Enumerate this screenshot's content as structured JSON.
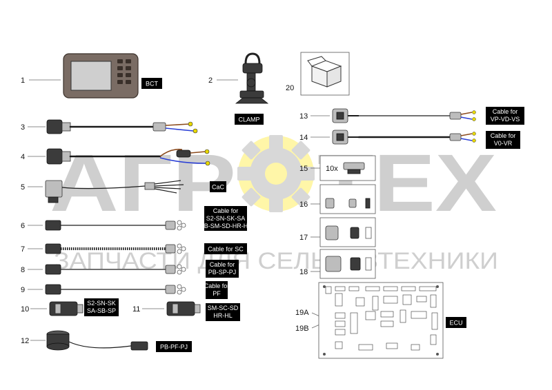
{
  "watermark": {
    "brand_left": "АГР",
    "brand_right": "ТЕХ",
    "subtitle": "ЗАПЧАСТИ ДЛЯ СЕЛЬХОЗТЕХНИКИ"
  },
  "parts": [
    {
      "number": "1",
      "label": "BCT"
    },
    {
      "number": "2",
      "label": "CLAMP"
    },
    {
      "number": "3",
      "label": ""
    },
    {
      "number": "4",
      "label": ""
    },
    {
      "number": "5",
      "label": "CaC"
    },
    {
      "number": "6",
      "label_lines": [
        "Cable for",
        "S2-SN-SK-SA",
        "SB-SM-SD-HR-HL"
      ]
    },
    {
      "number": "7",
      "label": "Cable for SC"
    },
    {
      "number": "8",
      "label_lines": [
        "Cable for",
        "PB-SP-PJ"
      ]
    },
    {
      "number": "9",
      "label_lines": [
        "Cable for",
        "PF"
      ]
    },
    {
      "number": "10",
      "label_lines": [
        "S2-SN-SK",
        "SA-SB-SP"
      ]
    },
    {
      "number": "11",
      "label_lines": [
        "SM-SC-SD",
        "HR-HL"
      ]
    },
    {
      "number": "12",
      "label": "PB-PF-PJ"
    },
    {
      "number": "13",
      "label_lines": [
        "Cable for",
        "VP-VD-VS"
      ]
    },
    {
      "number": "14",
      "label_lines": [
        "Cable for",
        "V0-VR"
      ]
    },
    {
      "number": "15",
      "note": "10x"
    },
    {
      "number": "16"
    },
    {
      "number": "17"
    },
    {
      "number": "18"
    },
    {
      "number": "19A"
    },
    {
      "number": "19B",
      "label": "ECU"
    },
    {
      "number": "20"
    }
  ],
  "colors": {
    "label_bg": "#000000",
    "label_text": "#ffffff",
    "watermark_gear": "#fff6a8",
    "watermark_text": "#cfcfcf",
    "wire_blue": "#2a3fd6",
    "wire_brown": "#8b4a1c",
    "wire_yellow": "#e8d800"
  }
}
